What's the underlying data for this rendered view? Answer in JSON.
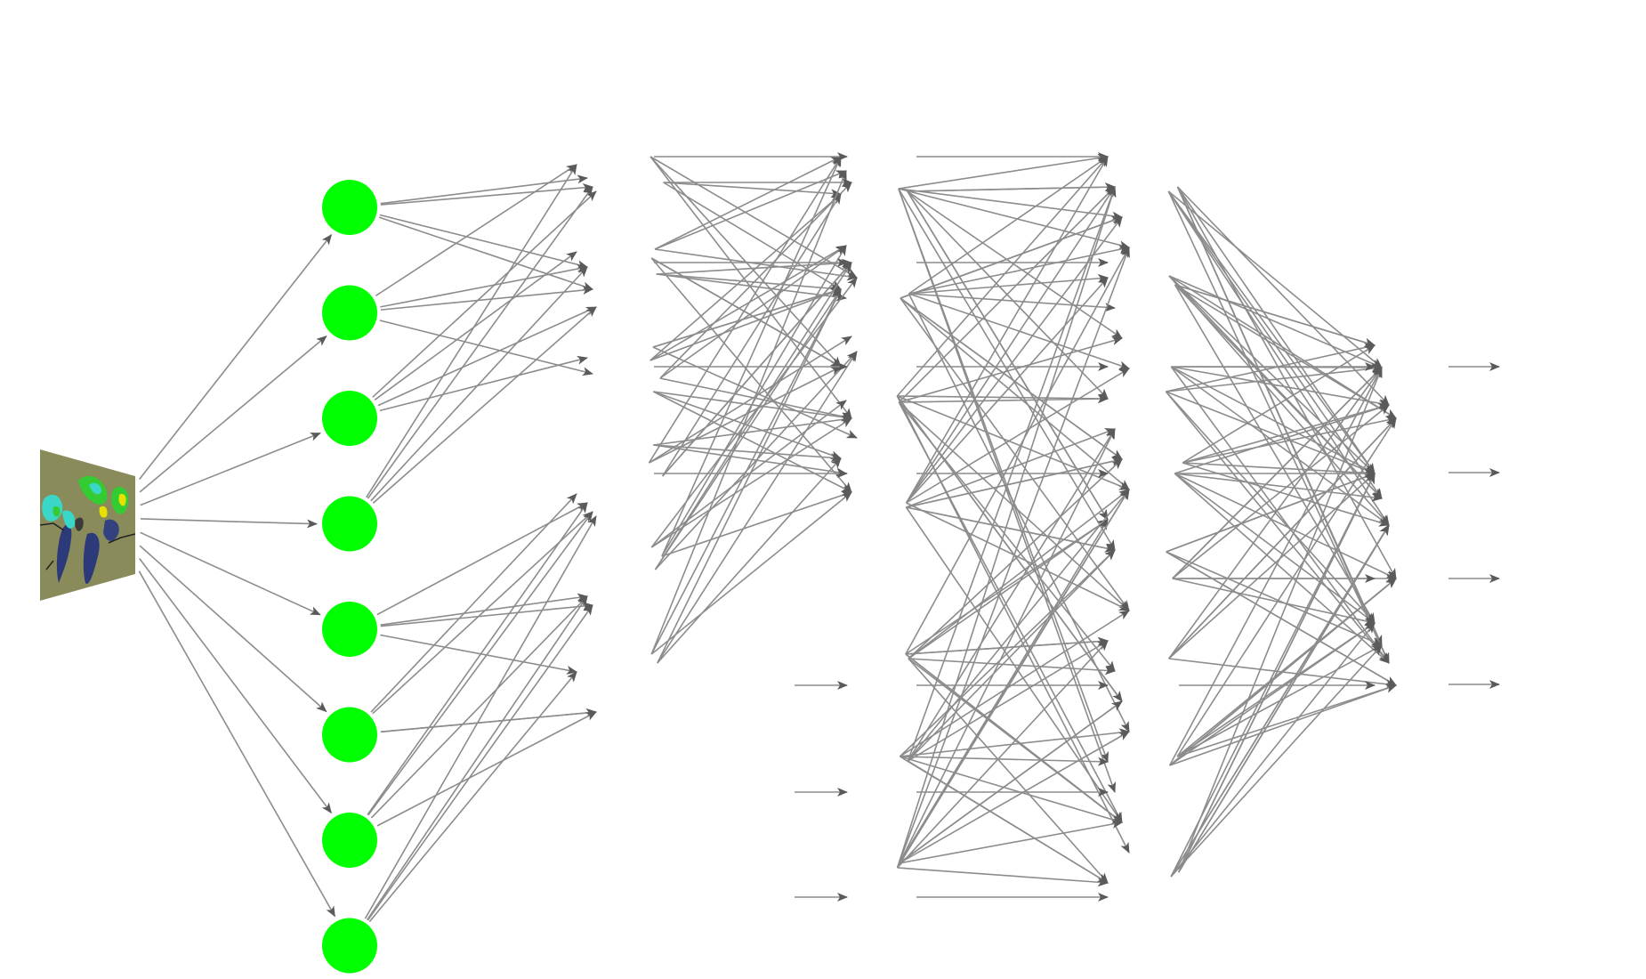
{
  "diagram": {
    "type": "neural-network",
    "input": {
      "kind": "image-thumbnail",
      "description_visible": false,
      "colors": {
        "terrain": "#8a8b5a",
        "water": "#2d3a7a",
        "highlight_cyan": "#3ad6c8",
        "highlight_green": "#33cc33",
        "highlight_yellow": "#e8e000",
        "dark_shadow": "#3b3b3b"
      }
    },
    "layers": [
      {
        "name": "layer-1",
        "kind": "node-circles",
        "node_count": 8,
        "color": "#00ff00"
      },
      {
        "name": "layer-2",
        "kind": "arrow-targets",
        "node_count": 16
      },
      {
        "name": "layer-3",
        "kind": "arrow-targets",
        "node_count": 15
      },
      {
        "name": "layer-4",
        "kind": "arrow-targets",
        "node_count": 25
      },
      {
        "name": "layer-5",
        "kind": "arrow-targets",
        "node_count": 12
      },
      {
        "name": "output",
        "kind": "output-arrows",
        "node_count": 4
      }
    ],
    "edge_color": "#8c8c8c",
    "labels": []
  }
}
